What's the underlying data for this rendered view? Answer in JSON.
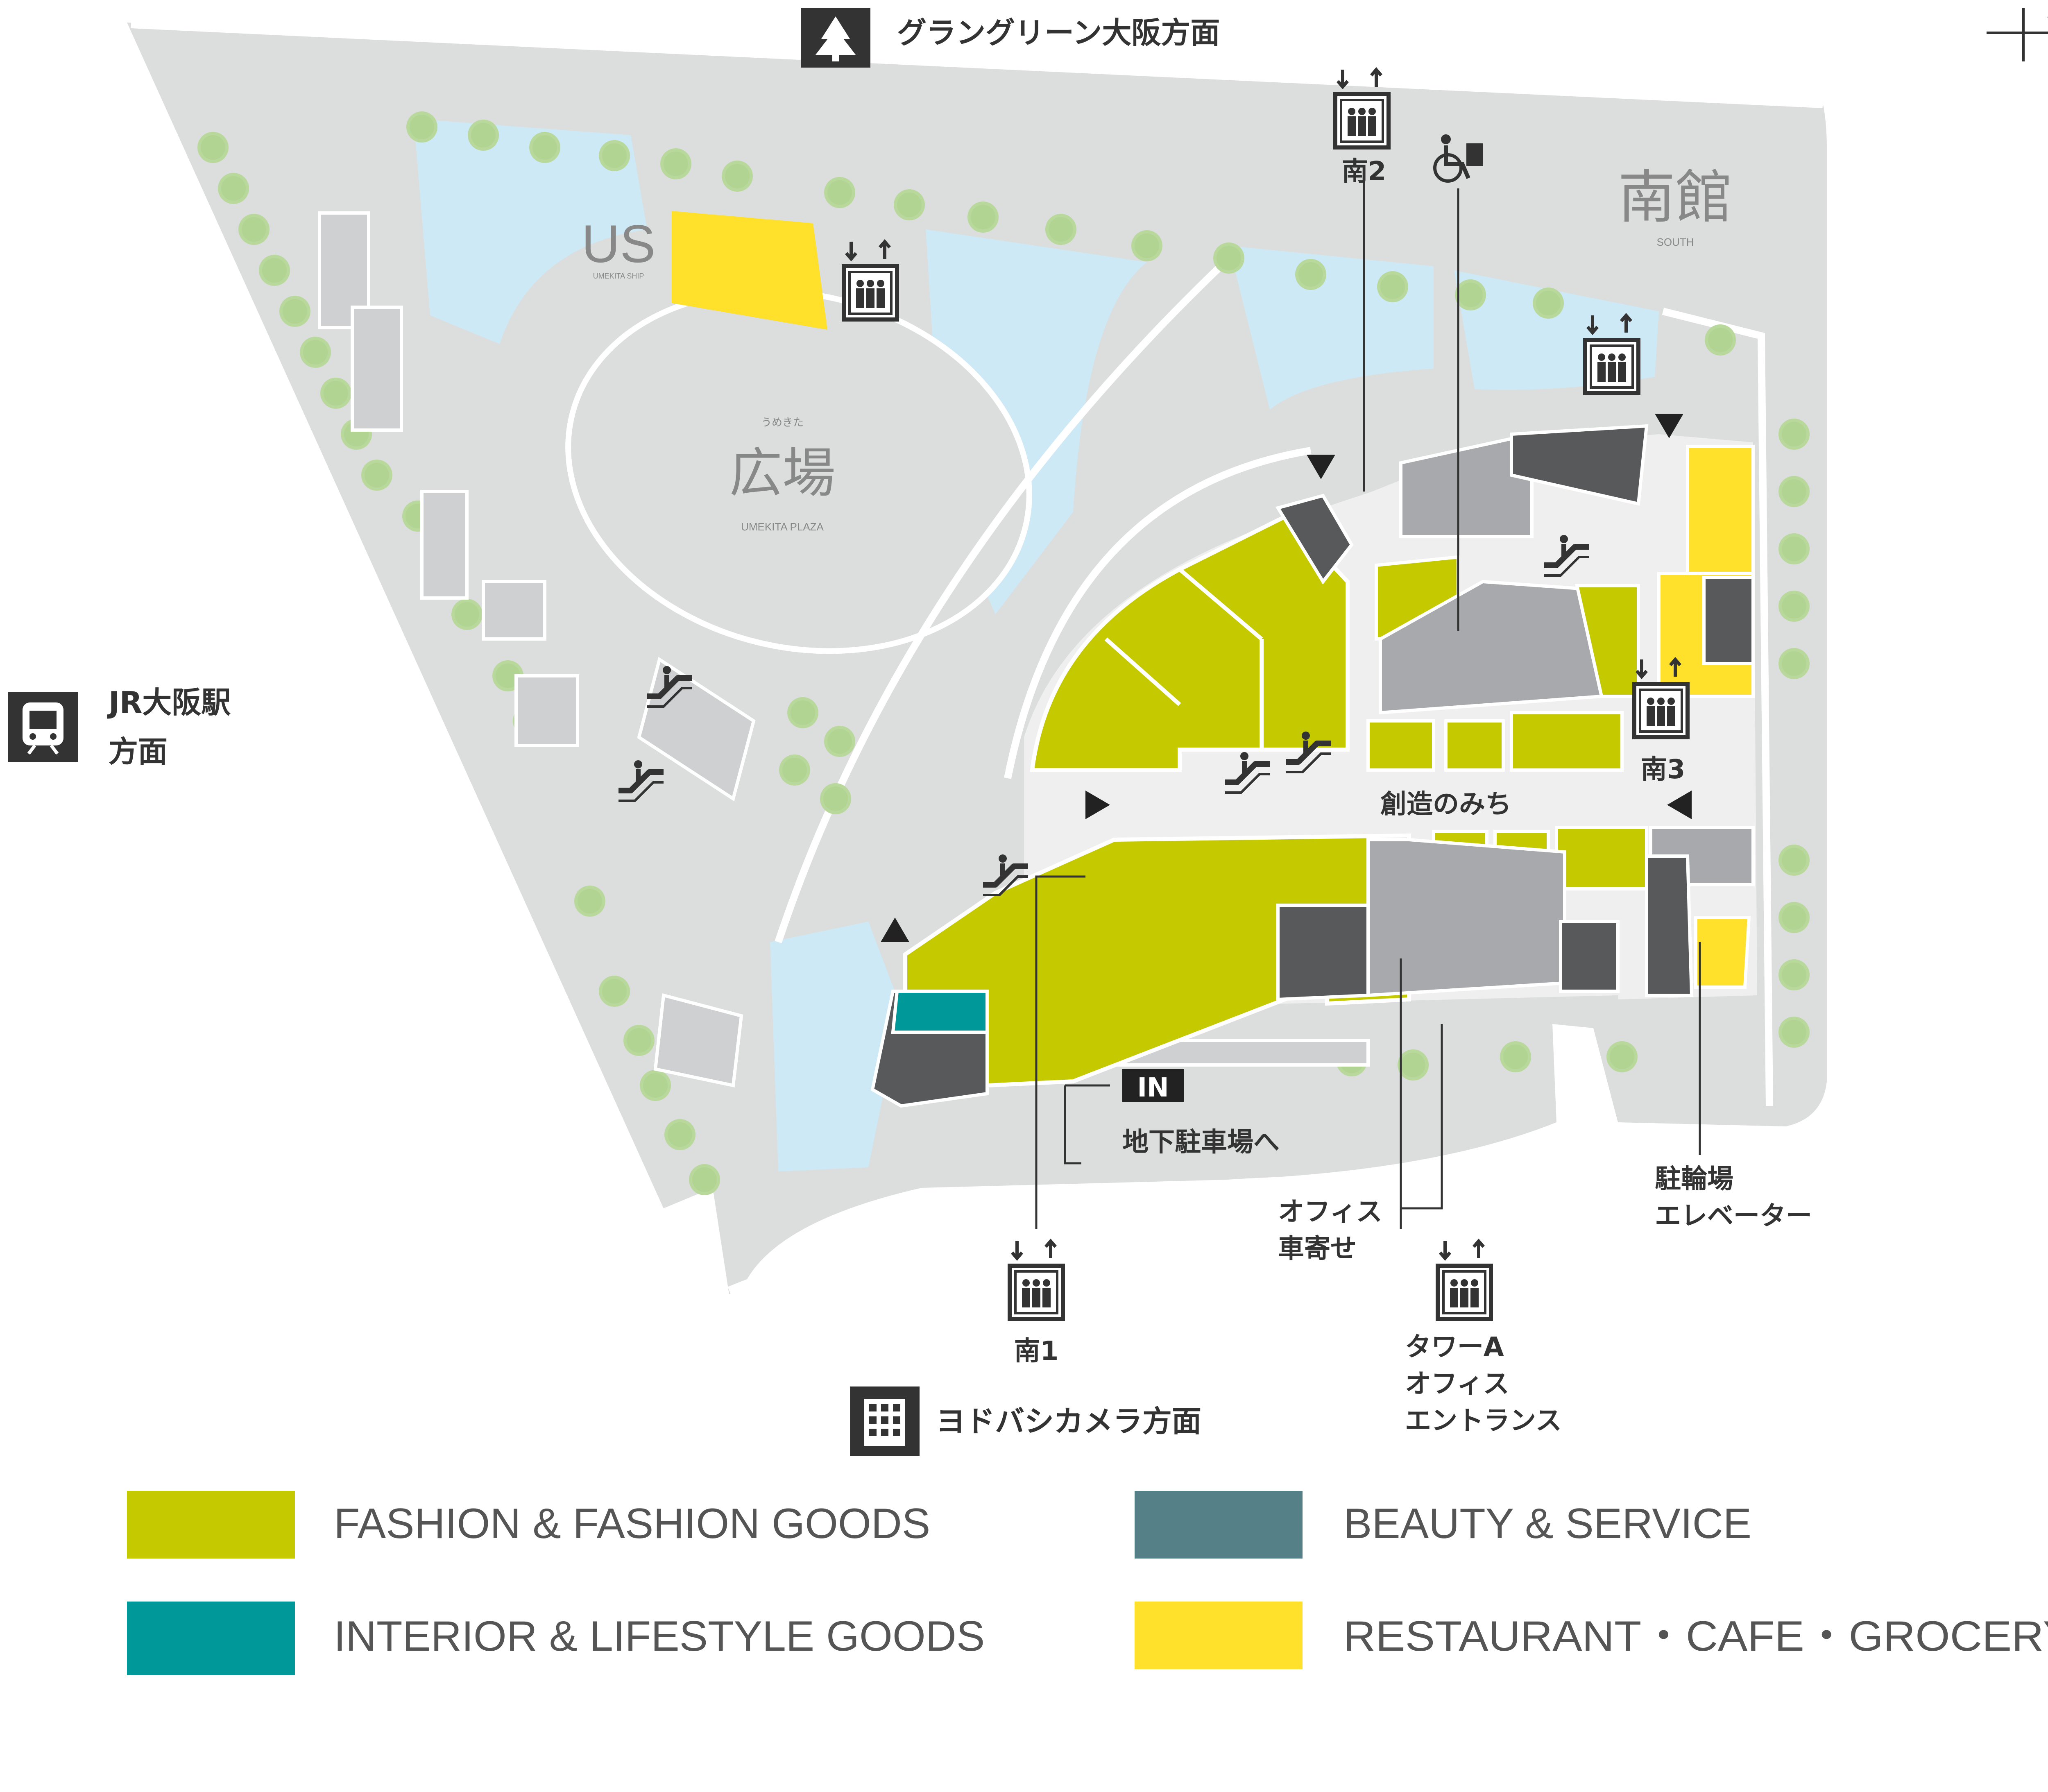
{
  "directions": {
    "north": "グラングリーン大阪方面",
    "west_line1": "JR大阪駅",
    "west_line2": "方面",
    "south": "ヨドバシカメラ方面"
  },
  "building": {
    "name": "南館",
    "sub": "SOUTH"
  },
  "plaza": {
    "ruby": "うめきた",
    "name": "広場",
    "sub": "UMEKITA PLAZA"
  },
  "ship": {
    "name": "US",
    "sub": "UMEKITA SHIP"
  },
  "street": "創造のみち",
  "elevators": {
    "e1": "南1",
    "e2": "南2",
    "e3": "南3"
  },
  "labels": {
    "parking_in": "IN",
    "parking": "地下駐車場へ",
    "office_dropoff_1": "オフィス",
    "office_dropoff_2": "車寄せ",
    "bicycle_1": "駐輪場",
    "bicycle_2": "エレベーター",
    "tower_1": "タワーA",
    "tower_2": "オフィス",
    "tower_3": "エントランス"
  },
  "legend": [
    {
      "label": "FASHION & FASHION GOODS",
      "color": "#c5ca00"
    },
    {
      "label": "BEAUTY & SERVICE",
      "color": "#568088"
    },
    {
      "label": "INTERIOR & LIFESTYLE GOODS",
      "color": "#009898"
    },
    {
      "label": "RESTAURANT・CAFE・GROCERY",
      "color": "#ffe02a"
    }
  ],
  "colors": {
    "fashion": "#c5ca00",
    "beauty": "#568088",
    "interior": "#009898",
    "restaurant": "#ffe02a",
    "shop_dark": "#58595b",
    "shop_grey": "#a7a9ac",
    "ground": "#dcdddd",
    "water": "#cde9f5",
    "tree": "#b9d89c"
  },
  "icons": {
    "tree": "tree-icon",
    "train": "train-icon",
    "building": "building-icon",
    "elevator": "elevator-icon",
    "escalator": "escalator-icon",
    "wheelchair": "wheelchair-icon",
    "compass": "compass-icon"
  }
}
